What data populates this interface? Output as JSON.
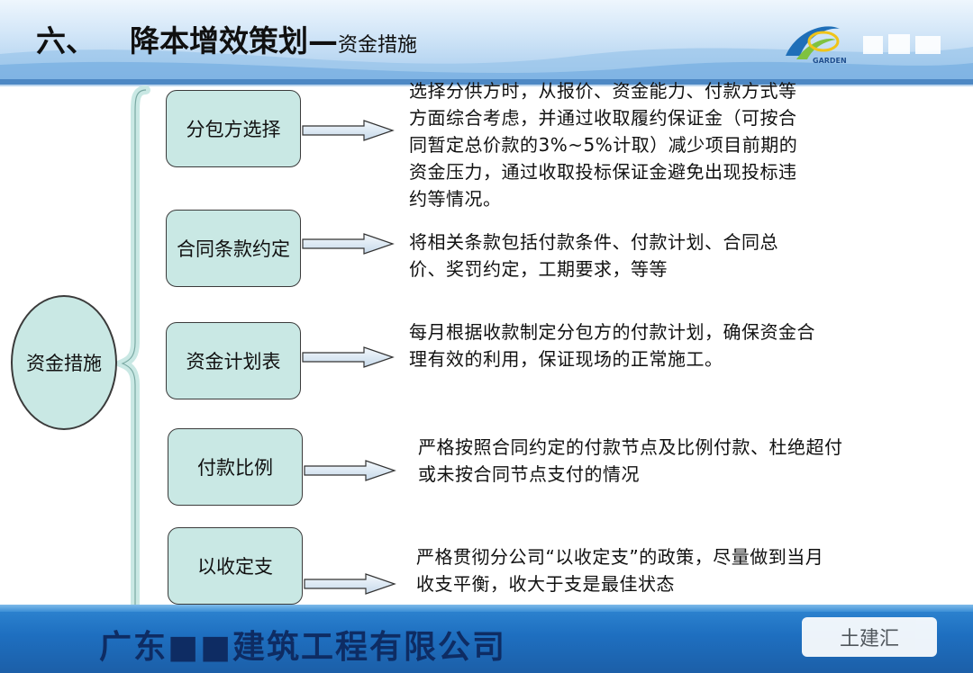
{
  "header": {
    "number": "六、",
    "title": "降本增效策划—",
    "subtitle": "资金措施",
    "logo_name": "GARDEN"
  },
  "center": {
    "label": "资金措施"
  },
  "branches": [
    {
      "label": "分包方选择",
      "text": "选择分供方时，从报价、资金能力、付款方式等方面综合考虑，并通过收取履约保证金（可按合同暂定总价款的3%~5%计取）减少项目前期的资金压力，通过收取投标保证金避免出现投标违约等情况。"
    },
    {
      "label": "合同条款约定",
      "text": "将相关条款包括付款条件、付款计划、合同总价、奖罚约定，工期要求，等等"
    },
    {
      "label": "资金计划表",
      "text": "每月根据收款制定分包方的付款计划，确保资金合理有效的利用，保证现场的正常施工。"
    },
    {
      "label": "付款比例",
      "text": "严格按照合同约定的付款节点及比例付款、杜绝超付或未按合同节点支付的情况"
    },
    {
      "label": "以收定支",
      "text": "严格贯彻分公司“以收定支”的政策，尽量做到当月收支平衡，收大于支是最佳状态"
    }
  ],
  "footer": {
    "company": "广东■■建筑工程有限公司",
    "watermark": "土建汇"
  },
  "colors": {
    "node_fill": "#c9e8e4",
    "header_blue": "#4d88c4",
    "footer_blue": "#1e6fc0"
  }
}
